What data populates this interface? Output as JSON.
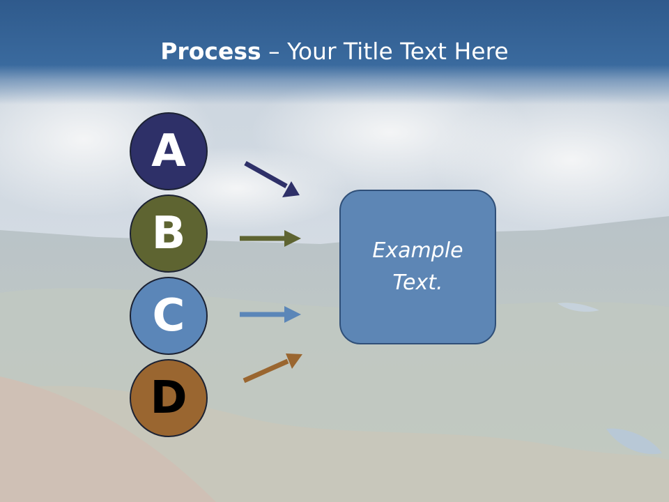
{
  "title": {
    "bold": "Process",
    "separator": " – ",
    "rest": "Your Title Text Here"
  },
  "steps": [
    {
      "letter": "A",
      "color": "#2e3068",
      "text_color": "#ffffff",
      "arrow_color": "#2e3068"
    },
    {
      "letter": "B",
      "color": "#5e6431",
      "text_color": "#ffffff",
      "arrow_color": "#5e6431"
    },
    {
      "letter": "C",
      "color": "#5b86b8",
      "text_color": "#ffffff",
      "arrow_color": "#5b86b8"
    },
    {
      "letter": "D",
      "color": "#9a6630",
      "text_color": "#000000",
      "arrow_color": "#9a6630"
    }
  ],
  "box": {
    "line1": "Example",
    "line2": "Text.",
    "color": "#5d86b5"
  }
}
